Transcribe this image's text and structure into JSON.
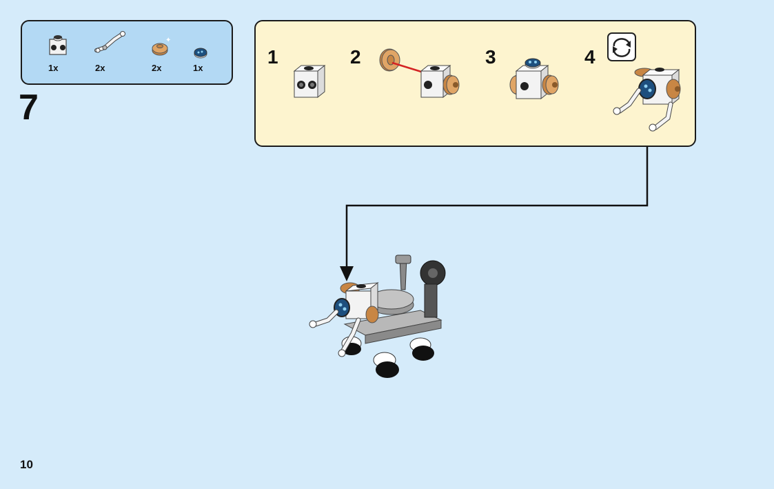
{
  "parts_list": {
    "items": [
      {
        "qty": "1x",
        "icon": "white-brick-with-side-studs-icon"
      },
      {
        "qty": "2x",
        "icon": "white-robot-arm-icon"
      },
      {
        "qty": "2x",
        "icon": "tan-round-plate-icon"
      },
      {
        "qty": "1x",
        "icon": "printed-round-tile-icon"
      }
    ]
  },
  "step": {
    "number": "7"
  },
  "substeps": [
    {
      "number": "1"
    },
    {
      "number": "2"
    },
    {
      "number": "3"
    },
    {
      "number": "4"
    }
  ],
  "rotate_icon": "rotate-model-icon",
  "page": {
    "number": "10"
  },
  "colors": {
    "background": "#d5ebfa",
    "parts_box": "#b3d9f4",
    "substep_box": "#fdf4cf",
    "tan": "#d69a5a",
    "arrow_red": "#d42424"
  }
}
